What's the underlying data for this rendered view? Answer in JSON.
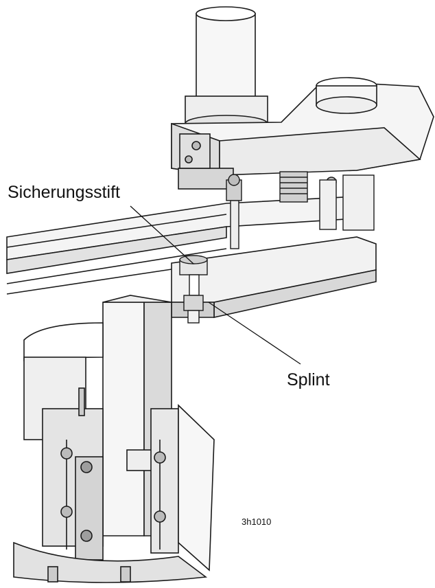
{
  "diagram": {
    "labels": {
      "locking_pin": "Sicherungsstift",
      "cotter_pin": "Splint",
      "figure_code": "3h1010"
    },
    "colors": {
      "line": "#1a1a1a",
      "fill_light": "#f2f2f2",
      "fill_mid": "#d9d9d9",
      "fill_dark": "#a6a6a6",
      "background": "#ffffff"
    }
  }
}
